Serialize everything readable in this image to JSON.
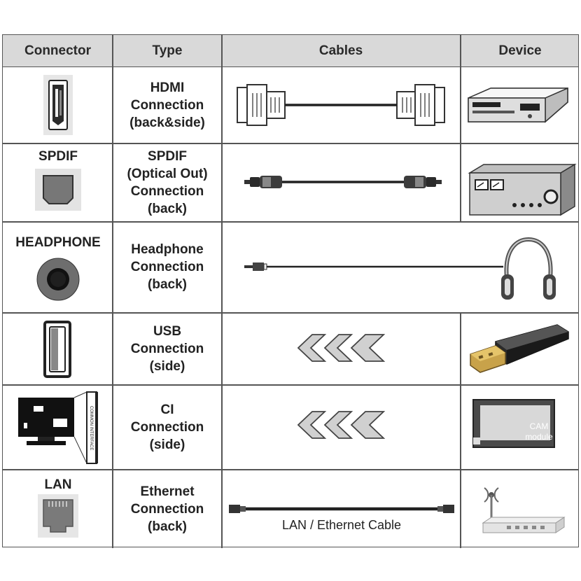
{
  "headers": {
    "connector": "Connector",
    "type": "Type",
    "cables": "Cables",
    "device": "Device"
  },
  "rows": [
    {
      "id": "hdmi",
      "connector_label": "",
      "type_text": "HDMI\nConnection\n(back&side)",
      "connector_icon": "hdmi-port-icon",
      "cable_icon": "hdmi-cable-icon",
      "device_icon": "dvd-player-icon"
    },
    {
      "id": "spdif",
      "connector_label": "SPDIF",
      "type_text": "SPDIF\n(Optical Out)\nConnection\n(back)",
      "connector_icon": "optical-port-icon",
      "cable_icon": "optical-cable-icon",
      "device_icon": "amplifier-icon"
    },
    {
      "id": "headphone",
      "connector_label": "HEADPHONE",
      "type_text": "Headphone\nConnection\n(back)",
      "connector_icon": "headphone-jack-icon",
      "cable_icon": "headphone-cable-icon",
      "device_icon": "headphones-icon"
    },
    {
      "id": "usb",
      "connector_label": "",
      "type_text": "USB\nConnection\n(side)",
      "connector_icon": "usb-port-icon",
      "cable_icon": "insert-arrows-icon",
      "device_icon": "usb-stick-icon"
    },
    {
      "id": "ci",
      "connector_label": "",
      "type_text": "CI\nConnection\n(side)",
      "connector_icon": "tv-ci-slot-icon",
      "cable_icon": "insert-arrows-icon",
      "device_icon": "cam-module-icon",
      "ci_slot_text": "COMMON INTERFACE",
      "cam_text": "CAM\nmodule"
    },
    {
      "id": "lan",
      "connector_label": "LAN",
      "type_text": "Ethernet\nConnection\n(back)",
      "connector_icon": "rj45-port-icon",
      "cable_icon": "ethernet-cable-icon",
      "device_icon": "router-icon",
      "cable_label": "LAN / Ethernet Cable"
    }
  ],
  "colors": {
    "header_bg": "#d9d9d9",
    "border": "#555555",
    "icon_dark": "#2b2b2b",
    "icon_mid": "#8a8a8a",
    "icon_light": "#e6e6e6"
  }
}
